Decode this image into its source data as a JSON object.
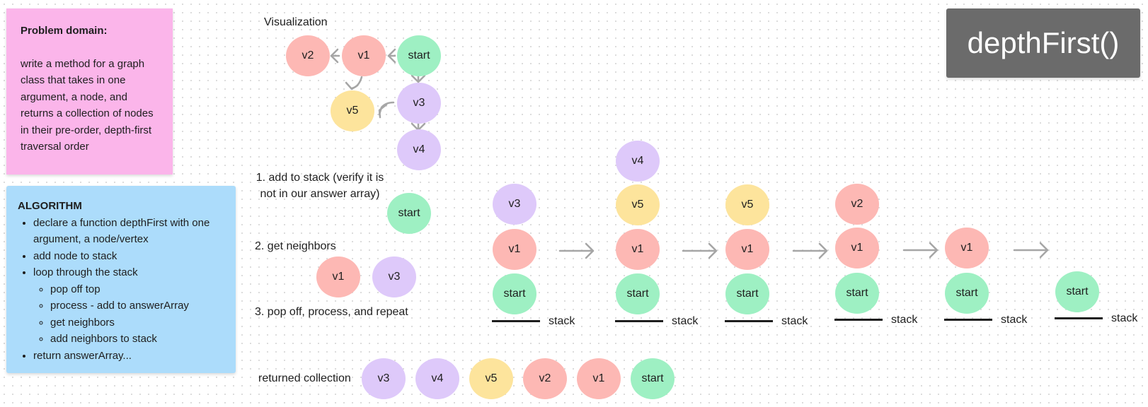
{
  "title": "depthFirst()",
  "problem": {
    "heading": "Problem domain:",
    "body": "write a method for a graph class that takes in one argument, a node, and returns a collection of nodes in their pre-order, depth-first traversal order"
  },
  "algorithm": {
    "heading": "ALGORITHM",
    "steps": [
      "declare a function depthFirst with one argument, a node/vertex",
      "add node to stack",
      "loop through the stack",
      "return answerArray..."
    ],
    "substeps": [
      "pop off top",
      "process - add to answerArray",
      "get neighbors",
      "add neighbors to stack"
    ]
  },
  "visualization": {
    "label": "Visualization",
    "nodes": [
      "v2",
      "v1",
      "start",
      "v5",
      "v3",
      "v4"
    ]
  },
  "steps": {
    "step1": "1. add to stack (verify it is not in our answer array)",
    "step1_node": "start",
    "step2": "2. get neighbors",
    "step2_nodes": [
      "v1",
      "v3"
    ],
    "step3": "3. pop off, process, and repeat"
  },
  "stack_label": "stack",
  "stacks": [
    [
      "start",
      "v1",
      "v3"
    ],
    [
      "start",
      "v1",
      "v5",
      "v4"
    ],
    [
      "start",
      "v1",
      "v5"
    ],
    [
      "start",
      "v1",
      "v2"
    ],
    [
      "start",
      "v1"
    ],
    [
      "start"
    ]
  ],
  "returned": {
    "label": "returned collection",
    "nodes": [
      "v3",
      "v4",
      "v5",
      "v2",
      "v1",
      "start"
    ]
  },
  "colors": {
    "start": "#9ef0c3",
    "v1": "#fdb8b4",
    "v2": "#fdb8b4",
    "v3": "#dec9fa",
    "v4": "#dec9fa",
    "v5": "#fde49c",
    "arrow": "#a6a6a6",
    "pink_note": "#fbb5ea",
    "blue_note": "#acdcfb",
    "title_card": "#6b6b6b"
  }
}
